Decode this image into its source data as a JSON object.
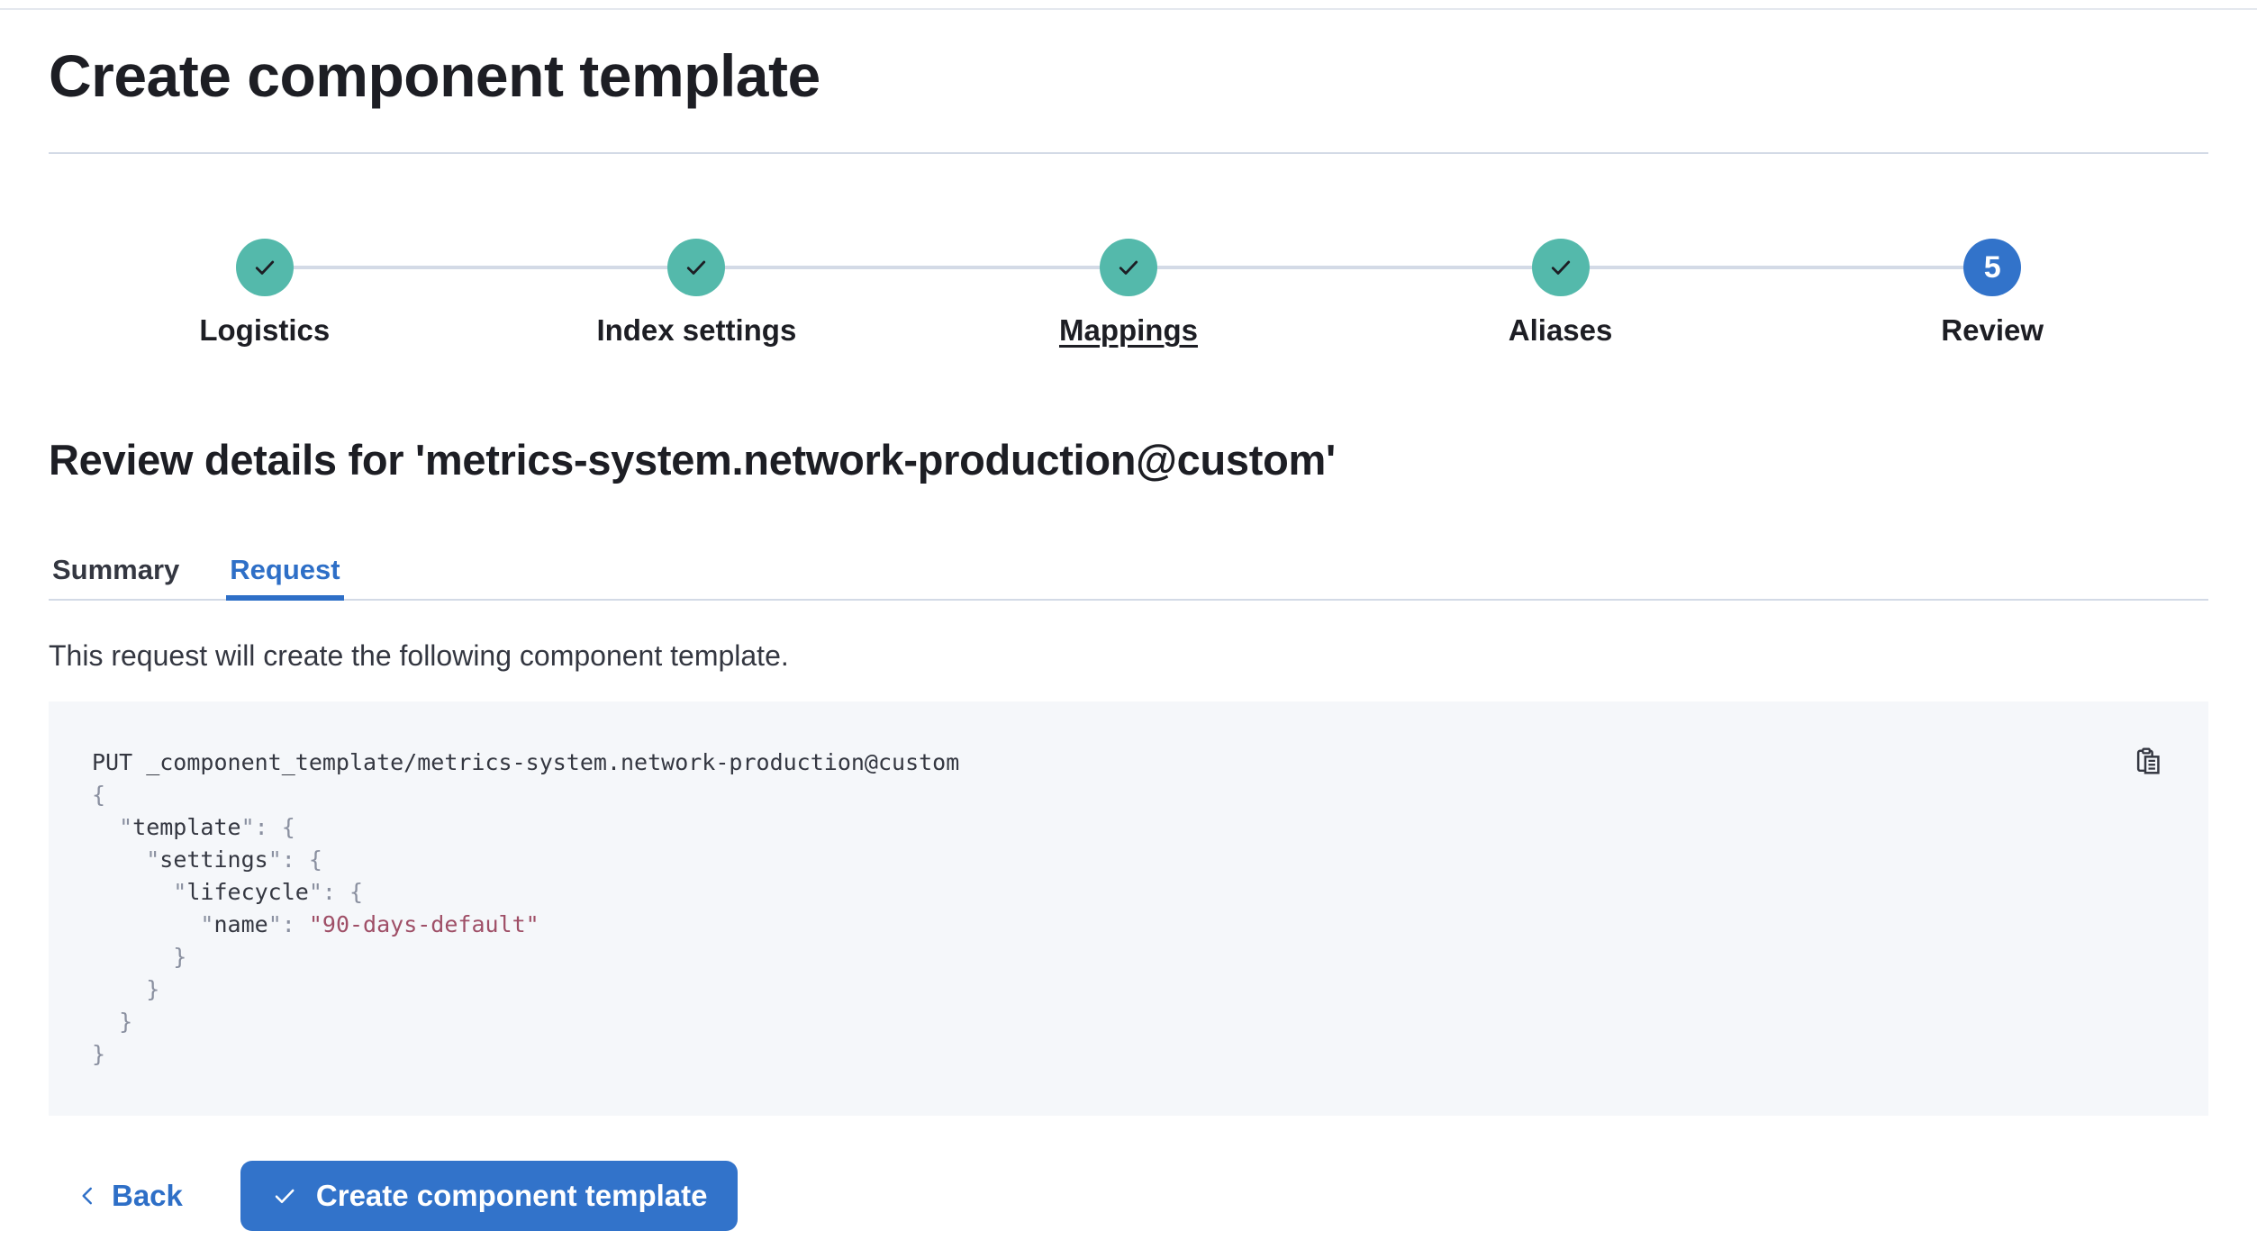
{
  "page": {
    "title": "Create component template"
  },
  "stepper": {
    "steps": [
      {
        "label": "Logistics",
        "status": "complete"
      },
      {
        "label": "Index settings",
        "status": "complete"
      },
      {
        "label": "Mappings",
        "status": "complete",
        "underlined": true
      },
      {
        "label": "Aliases",
        "status": "complete"
      },
      {
        "label": "Review",
        "status": "current",
        "number": "5"
      }
    ]
  },
  "review": {
    "heading": "Review details for 'metrics-system.network-production@custom'",
    "description": "This request will create the following component template."
  },
  "tabs": [
    {
      "label": "Summary",
      "active": false
    },
    {
      "label": "Request",
      "active": true
    }
  ],
  "code": {
    "copy_icon": "copy-clipboard-icon",
    "lines": [
      [
        {
          "t": "PUT _component_template/metrics-system.network-production@custom",
          "s": "plain"
        }
      ],
      [
        {
          "t": "{",
          "s": "punct"
        }
      ],
      [
        {
          "t": "  \"",
          "s": "punct"
        },
        {
          "t": "template",
          "s": "key"
        },
        {
          "t": "\": {",
          "s": "punct"
        }
      ],
      [
        {
          "t": "    \"",
          "s": "punct"
        },
        {
          "t": "settings",
          "s": "key"
        },
        {
          "t": "\": {",
          "s": "punct"
        }
      ],
      [
        {
          "t": "      \"",
          "s": "punct"
        },
        {
          "t": "lifecycle",
          "s": "key"
        },
        {
          "t": "\": {",
          "s": "punct"
        }
      ],
      [
        {
          "t": "        \"",
          "s": "punct"
        },
        {
          "t": "name",
          "s": "key"
        },
        {
          "t": "\": ",
          "s": "punct"
        },
        {
          "t": "\"90-days-default\"",
          "s": "string"
        }
      ],
      [
        {
          "t": "      }",
          "s": "punct"
        }
      ],
      [
        {
          "t": "    }",
          "s": "punct"
        }
      ],
      [
        {
          "t": "  }",
          "s": "punct"
        }
      ],
      [
        {
          "t": "}",
          "s": "punct"
        }
      ]
    ]
  },
  "footer": {
    "back_label": "Back",
    "create_label": "Create component template"
  },
  "colors": {
    "primary_blue": "#3273CA",
    "link_blue": "#2E6FC7",
    "success_teal": "#54B9AB",
    "divider": "#D3DAE6",
    "code_background": "#F5F7FA",
    "code_string": "#9F4F67",
    "code_punctuation": "#8A90A0",
    "text_dark": "#1D1E24",
    "text_body": "#343741"
  }
}
